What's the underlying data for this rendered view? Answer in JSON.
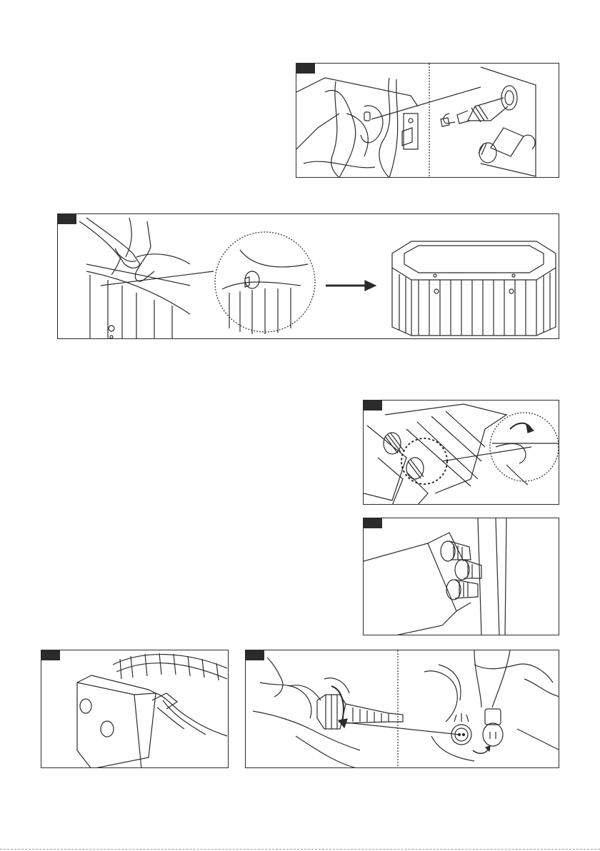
{
  "page": {
    "panels": [
      {
        "id": "hose-connection",
        "icon": "hose-connection-illustration"
      },
      {
        "id": "cover-lock",
        "icon": "cover-lock-illustration"
      },
      {
        "id": "hose-tighten",
        "icon": "hose-tighten-illustration"
      },
      {
        "id": "pump-ports",
        "icon": "pump-ports-illustration"
      },
      {
        "id": "pump-placement",
        "icon": "pump-placement-illustration"
      },
      {
        "id": "power-connector",
        "icon": "power-connector-illustration"
      }
    ]
  }
}
